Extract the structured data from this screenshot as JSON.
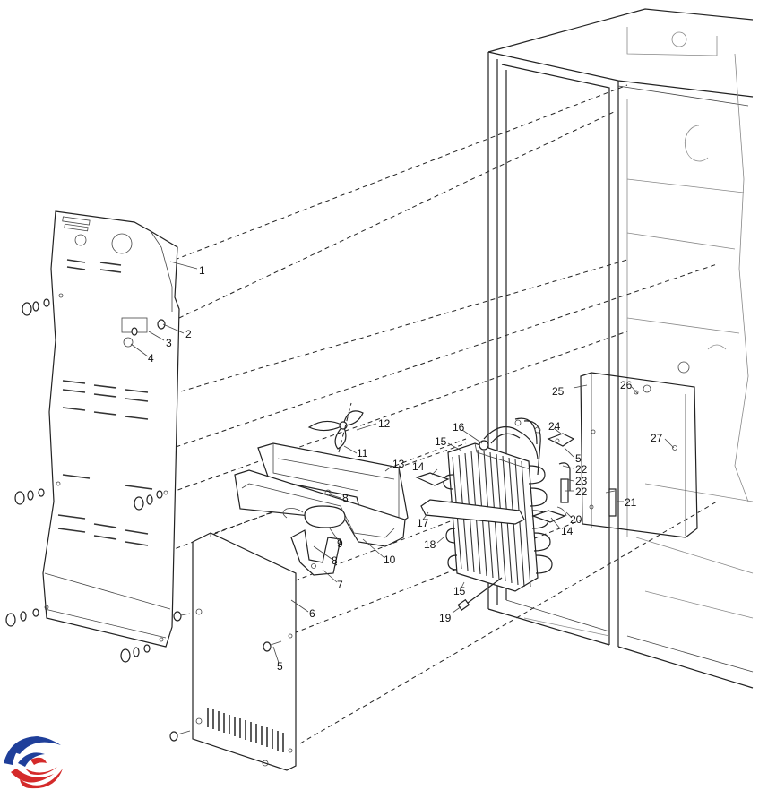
{
  "callouts": [
    {
      "id": "c1",
      "text": "1"
    },
    {
      "id": "c2",
      "text": "2"
    },
    {
      "id": "c3",
      "text": "3"
    },
    {
      "id": "c4",
      "text": "4"
    },
    {
      "id": "c5a",
      "text": "5"
    },
    {
      "id": "c5b",
      "text": "5"
    },
    {
      "id": "c6",
      "text": "6"
    },
    {
      "id": "c7",
      "text": "7"
    },
    {
      "id": "c8a",
      "text": "8"
    },
    {
      "id": "c8b",
      "text": "8"
    },
    {
      "id": "c9",
      "text": "9"
    },
    {
      "id": "c10",
      "text": "10"
    },
    {
      "id": "c11",
      "text": "11"
    },
    {
      "id": "c12",
      "text": "12"
    },
    {
      "id": "c13",
      "text": "13"
    },
    {
      "id": "c14a",
      "text": "14"
    },
    {
      "id": "c14b",
      "text": "14"
    },
    {
      "id": "c15a",
      "text": "15"
    },
    {
      "id": "c15b",
      "text": "15"
    },
    {
      "id": "c16",
      "text": "16"
    },
    {
      "id": "c17",
      "text": "17"
    },
    {
      "id": "c18",
      "text": "18"
    },
    {
      "id": "c19",
      "text": "19"
    },
    {
      "id": "c20",
      "text": "20"
    },
    {
      "id": "c21",
      "text": "21"
    },
    {
      "id": "c22a",
      "text": "22"
    },
    {
      "id": "c22b",
      "text": "22"
    },
    {
      "id": "c23",
      "text": "23"
    },
    {
      "id": "c24",
      "text": "24"
    },
    {
      "id": "c25",
      "text": "25"
    },
    {
      "id": "c26",
      "text": "26"
    },
    {
      "id": "c27",
      "text": "27"
    }
  ],
  "logo": {
    "icon": "brand-logo-icon",
    "colors": [
      "#1f3f9a",
      "#d42a2a"
    ]
  },
  "colors": {
    "line": "#222222",
    "background": "#ffffff"
  }
}
